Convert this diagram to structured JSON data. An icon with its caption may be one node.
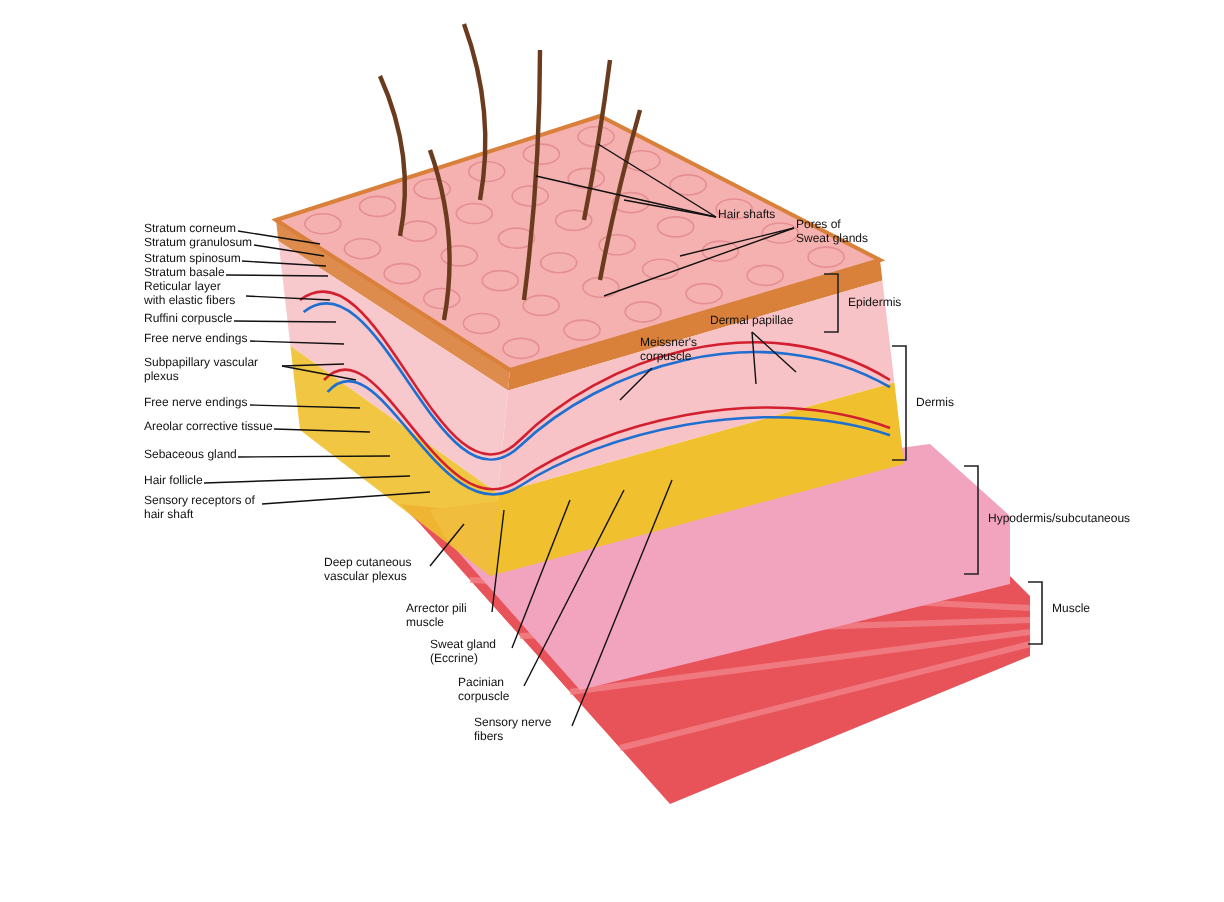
{
  "diagram": {
    "nodes": [
      {
        "text": [
          "Stratum corneum"
        ]
      },
      {
        "text": [
          "Stratum granulosum"
        ]
      },
      {
        "text": [
          "Stratum spinosum"
        ]
      },
      {
        "text": [
          "Stratum basale"
        ]
      },
      {
        "text": [
          "Reticular layer with elastic fibers"
        ]
      },
      {
        "text": [
          "Ruffini corpuscle"
        ]
      },
      {
        "text": [
          "Free nerve endings"
        ]
      },
      {
        "text": [
          "Subpapillary vascular plexus"
        ]
      },
      {
        "text": [
          "Free nerve endings"
        ]
      },
      {
        "text": [
          "Areolar corrective tissue"
        ]
      },
      {
        "text": [
          "Sebaceous gland"
        ]
      },
      {
        "text": [
          "Hair follicle"
        ]
      },
      {
        "text": [
          "Sensory receptors of hair shaft"
        ]
      },
      {
        "text": [
          "Hair shafts"
        ]
      },
      {
        "text": [
          "Pores of Sweat glands"
        ]
      },
      {
        "text": [
          "Dermal papillae"
        ]
      },
      {
        "text": [
          "Meissner's corpuscle"
        ]
      },
      {
        "text": [
          "Deep cutaneous vascular plexus"
        ]
      },
      {
        "text": [
          "Arrector pili muscle"
        ]
      },
      {
        "text": [
          "Sweat gland (Eccrine)"
        ]
      },
      {
        "text": [
          "Pacinian corpuscle"
        ]
      },
      {
        "text": [
          "Sensory nerve fibers"
        ]
      }
    ],
    "edges": [
      {
        "from": 0,
        "to": null,
        "arrow": "none"
      },
      {
        "from": 1,
        "to": null,
        "arrow": "none"
      },
      {
        "from": 2,
        "to": null,
        "arrow": "none"
      },
      {
        "from": 3,
        "to": null,
        "arrow": "none"
      },
      {
        "from": 4,
        "to": null,
        "arrow": "none"
      },
      {
        "from": 5,
        "to": null,
        "arrow": "none"
      },
      {
        "from": 6,
        "to": null,
        "arrow": "none"
      },
      {
        "from": 7,
        "to": null,
        "arrow": "none"
      },
      {
        "from": 7,
        "to": null,
        "arrow": "none"
      },
      {
        "from": 8,
        "to": null,
        "arrow": "none"
      },
      {
        "from": 9,
        "to": null,
        "arrow": "none"
      },
      {
        "from": 10,
        "to": null,
        "arrow": "none"
      },
      {
        "from": 11,
        "to": null,
        "arrow": "none"
      },
      {
        "from": 12,
        "to": null,
        "arrow": "none"
      },
      {
        "from": 13,
        "to": null,
        "arrow": "none"
      },
      {
        "from": 13,
        "to": null,
        "arrow": "none"
      },
      {
        "from": 13,
        "to": null,
        "arrow": "none"
      },
      {
        "from": 14,
        "to": null,
        "arrow": "none"
      },
      {
        "from": 14,
        "to": null,
        "arrow": "none"
      },
      {
        "from": 15,
        "to": null,
        "arrow": "none"
      },
      {
        "from": 15,
        "to": null,
        "arrow": "none"
      },
      {
        "from": 16,
        "to": null,
        "arrow": "none"
      },
      {
        "from": 17,
        "to": null,
        "arrow": "none"
      },
      {
        "from": 18,
        "to": null,
        "arrow": "none"
      },
      {
        "from": 19,
        "to": null,
        "arrow": "none"
      },
      {
        "from": 20,
        "to": null,
        "arrow": "none"
      },
      {
        "from": 21,
        "to": null,
        "arrow": "none"
      }
    ],
    "labels": [
      "Epidermis",
      "Dermis",
      "Hypodermis/subcutaneous",
      "Muscle"
    ]
  }
}
